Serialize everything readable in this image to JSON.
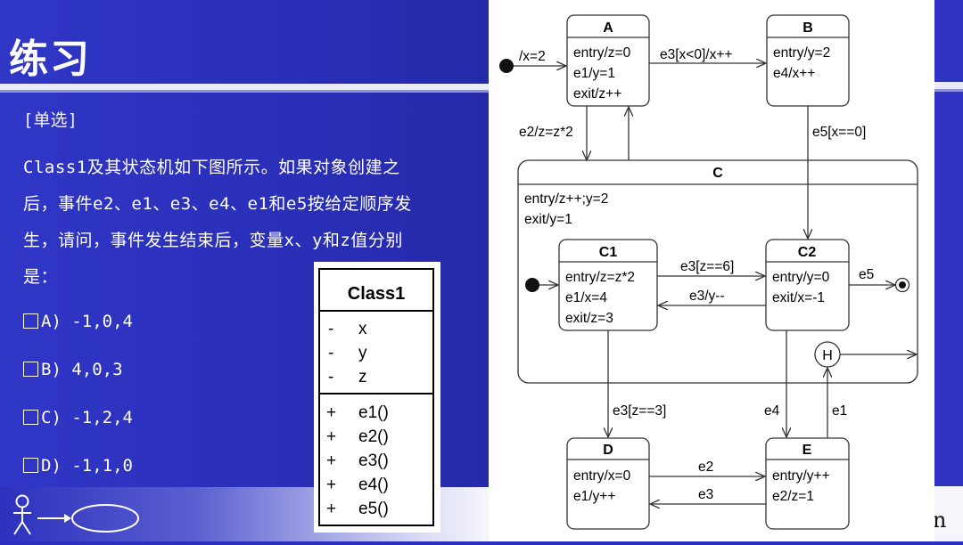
{
  "title": "练习",
  "question": {
    "type": "[单选]",
    "lines": [
      "Class1及其状态机如下图所示。如果对象创建之",
      "后，事件e2、e1、e3、e4、e1和e5按给定顺序发",
      "生，请问，事件发生结束后，变量x、y和z值分别",
      "是："
    ],
    "options": [
      "A) -1,0,4",
      "B) 4,0,3",
      "C) -1,2,4",
      "D) -1,1,0"
    ]
  },
  "class_box": {
    "name": "Class1",
    "attributes": [
      {
        "vis": "-",
        "name": "x"
      },
      {
        "vis": "-",
        "name": "y"
      },
      {
        "vis": "-",
        "name": "z"
      }
    ],
    "operations": [
      {
        "vis": "+",
        "name": "e1()"
      },
      {
        "vis": "+",
        "name": "e2()"
      },
      {
        "vis": "+",
        "name": "e3()"
      },
      {
        "vis": "+",
        "name": "e4()"
      },
      {
        "vis": "+",
        "name": "e5()"
      }
    ]
  },
  "state_machine": {
    "states": {
      "A": {
        "name": "A",
        "lines": [
          "entry/z=0",
          "e1/y=1",
          "exit/z++"
        ]
      },
      "B": {
        "name": "B",
        "lines": [
          "entry/y=2",
          "e4/x++"
        ]
      },
      "C": {
        "name": "C",
        "lines": [
          "entry/z++;y=2",
          "exit/y=1"
        ]
      },
      "C1": {
        "name": "C1",
        "lines": [
          "entry/z=z*2",
          "e1/x=4",
          "exit/z=3"
        ]
      },
      "C2": {
        "name": "C2",
        "lines": [
          "entry/y=0",
          "exit/x=-1"
        ]
      },
      "D": {
        "name": "D",
        "lines": [
          "entry/x=0",
          "e1/y++"
        ]
      },
      "E": {
        "name": "E",
        "lines": [
          "entry/y++",
          "e2/z=1"
        ]
      }
    },
    "history_label": "H",
    "transitions": {
      "init_A": "/x=2",
      "A_B": "e3[x<0]/x++",
      "A_C": "e2/z=z*2",
      "B_C2": "e5[x==0]",
      "C1_C2": "e3[z==6]",
      "C2_C1": "e3/y--",
      "C2_final": "e5",
      "C1_D": "e3[z==3]",
      "C2_E": "e4",
      "E_H": "e1",
      "D_E": "e2",
      "E_D": "e3"
    }
  },
  "right_edge_text": "n"
}
